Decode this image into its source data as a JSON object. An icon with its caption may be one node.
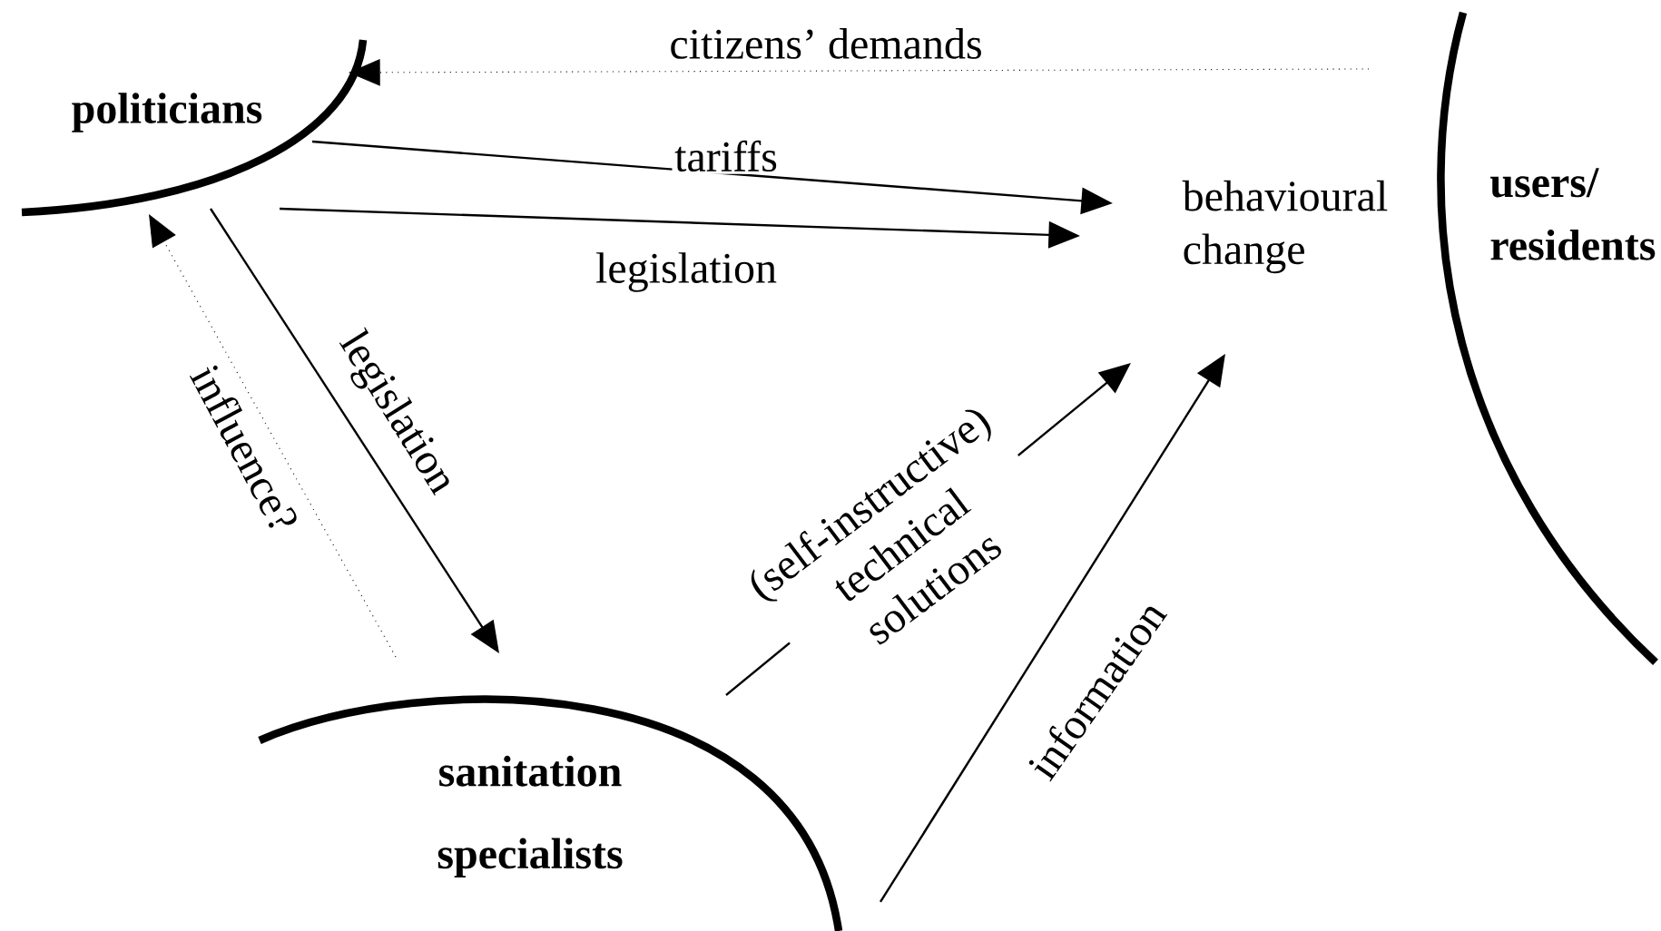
{
  "diagram": {
    "nodes": [
      {
        "text": [
          "politicians"
        ]
      },
      {
        "text": [
          "behavioural change"
        ]
      },
      {
        "text": [
          "users/ residents"
        ]
      },
      {
        "text": [
          "sanitation specialists"
        ]
      }
    ],
    "edges": [
      {
        "from": 2,
        "to": 0,
        "arrow": "to",
        "style": "dashed",
        "label": "citizens’ demands"
      },
      {
        "from": 0,
        "to": 1,
        "arrow": "to",
        "label": "tariffs"
      },
      {
        "from": 0,
        "to": 1,
        "arrow": "to",
        "label": "legislation"
      },
      {
        "from": 0,
        "to": 3,
        "arrow": "to",
        "label": "legislation"
      },
      {
        "from": 3,
        "to": 0,
        "arrow": "to",
        "style": "dashed",
        "label": "influence?"
      },
      {
        "from": 3,
        "to": 1,
        "arrow": "to",
        "label": "(self-instructive) technical solutions"
      },
      {
        "from": 3,
        "to": 1,
        "arrow": "to",
        "label": "information"
      }
    ]
  }
}
